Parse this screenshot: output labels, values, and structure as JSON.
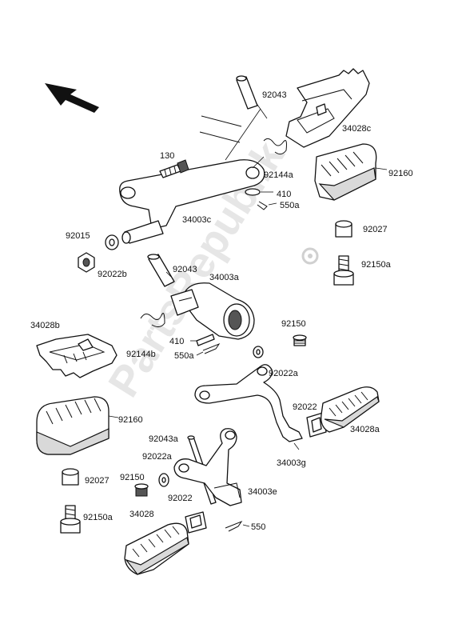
{
  "diagram": {
    "watermark": "PartsRepublik",
    "labels": {
      "l92043_top": "92043",
      "l34028c": "34028c",
      "l130": "130",
      "l92144a": "92144a",
      "l92160_top": "92160",
      "l410_top": "410",
      "l550a_top": "550a",
      "l34003c": "34003c",
      "l92015": "92015",
      "l92027_top": "92027",
      "l92022b": "92022b",
      "l92043_mid": "92043",
      "l92150a_top": "92150a",
      "l34003a": "34003a",
      "l34028b": "34028b",
      "l92150_mid": "92150",
      "l410_mid": "410",
      "l92144b": "92144b",
      "l550a_mid": "550a",
      "l92022a_mid": "92022a",
      "l92022_right": "92022",
      "l92160_bot": "92160",
      "l34028a": "34028a",
      "l92043a": "92043a",
      "l34003g": "34003g",
      "l92022a_bot": "92022a",
      "l92027_bot": "92027",
      "l92150_bot": "92150",
      "l34003e": "34003e",
      "l92022_bot": "92022",
      "l34028": "34028",
      "l92150a_bot": "92150a",
      "l550": "550"
    }
  }
}
